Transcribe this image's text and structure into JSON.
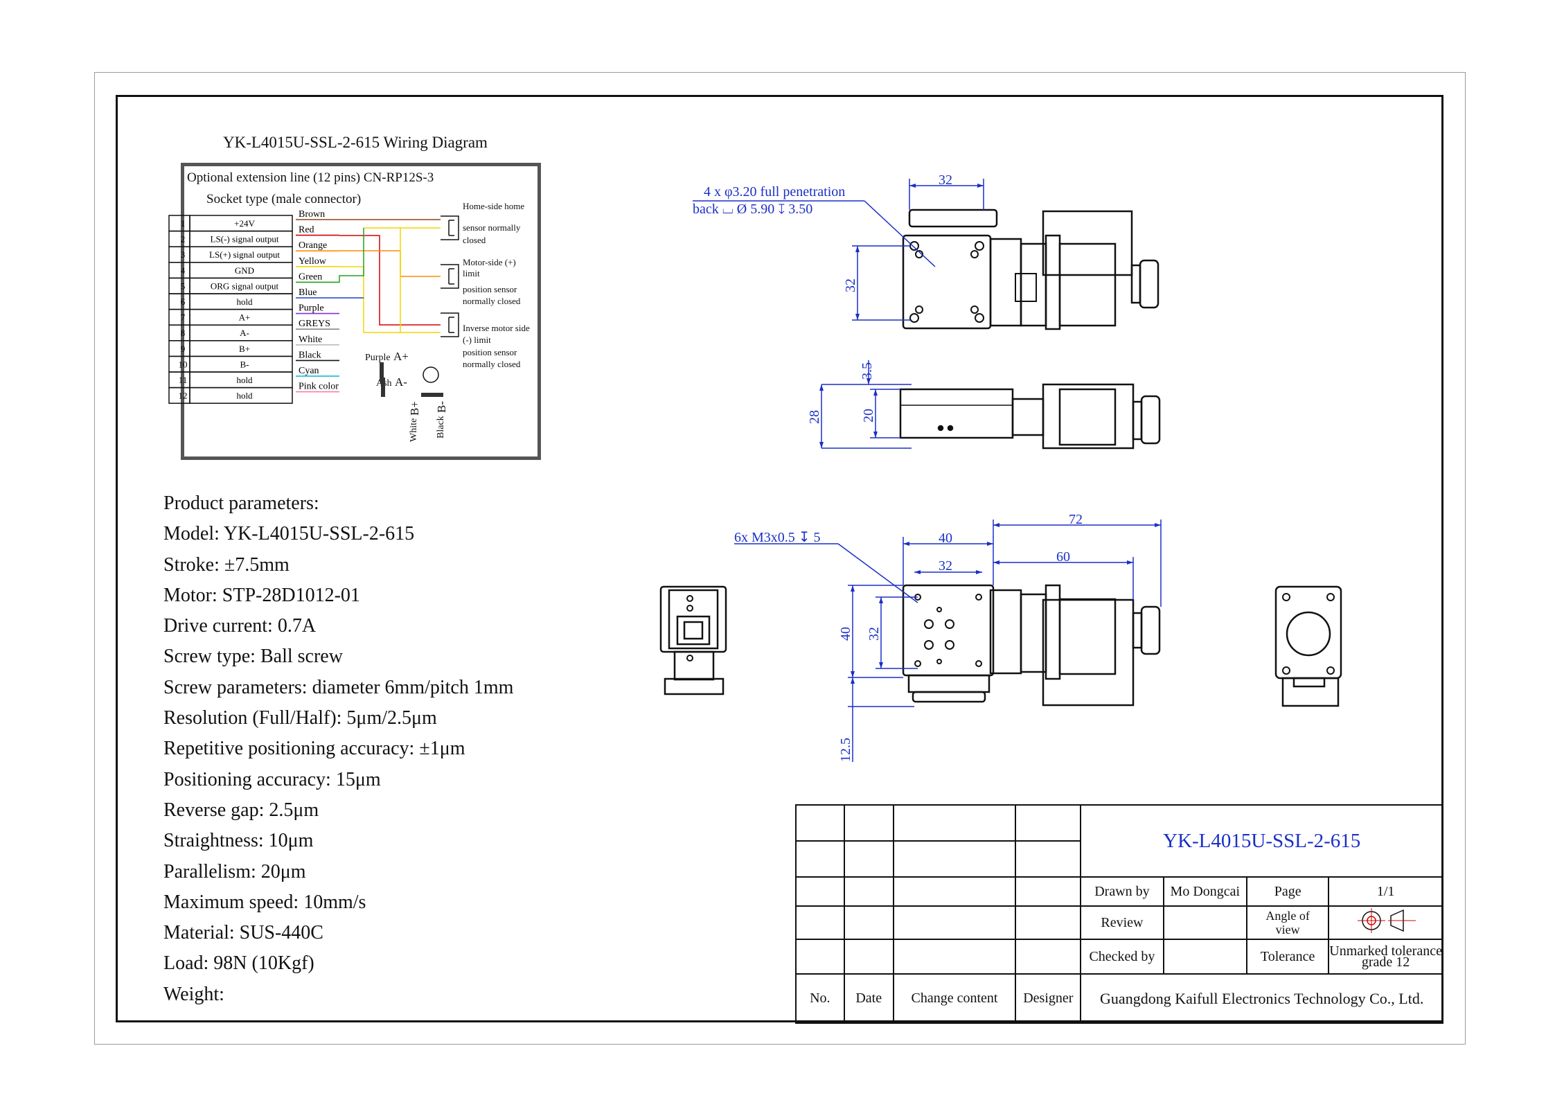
{
  "wiring": {
    "title": "YK-L4015U-SSL-2-615 Wiring Diagram",
    "box_title": "Optional extension line (12 pins) CN-RP12S-3",
    "socket_type": "Socket type (male connector)",
    "pins": [
      {
        "no": "1",
        "signal": "+24V",
        "wire": "Brown",
        "color": "#8b4513"
      },
      {
        "no": "2",
        "signal": "LS(-) signal output",
        "wire": "Red",
        "color": "#d40000"
      },
      {
        "no": "3",
        "signal": "LS(+) signal output",
        "wire": "Orange",
        "color": "#ff8c00"
      },
      {
        "no": "4",
        "signal": "GND",
        "wire": "Yellow",
        "color": "#f2d600"
      },
      {
        "no": "5",
        "signal": "ORG signal output",
        "wire": "Green",
        "color": "#20a020"
      },
      {
        "no": "6",
        "signal": "hold",
        "wire": "Blue",
        "color": "#1f3fd0"
      },
      {
        "no": "7",
        "signal": "A+",
        "wire": "Purple",
        "color": "#8a2be2"
      },
      {
        "no": "8",
        "signal": "A-",
        "wire": "GREYS",
        "color": "#888888"
      },
      {
        "no": "9",
        "signal": "B+",
        "wire": "White",
        "color": "#bbbbbb"
      },
      {
        "no": "10",
        "signal": "B-",
        "wire": "Black",
        "color": "#111111"
      },
      {
        "no": "11",
        "signal": "hold",
        "wire": "Cyan",
        "color": "#00b7d4"
      },
      {
        "no": "12",
        "signal": "hold",
        "wire": "Pink color",
        "color": "#ff77aa"
      }
    ],
    "sensors": [
      {
        "line1": "Home-side home",
        "line2": "sensor normally",
        "line3": "closed"
      },
      {
        "line1": "Motor-side (+)",
        "line2": "limit",
        "line3": "position sensor",
        "line4": "normally closed"
      },
      {
        "line1": "Inverse motor side",
        "line2": "(-) limit",
        "line3": "position sensor",
        "line4": "normally closed"
      }
    ],
    "motor_labels": {
      "purple": "Purple",
      "a_plus": "A+",
      "ash": "Ash",
      "a_minus": "A-",
      "white": "White",
      "b_plus": "B+",
      "black": "Black",
      "b_minus": "B-"
    }
  },
  "params": {
    "heading": "Product parameters:",
    "lines": [
      "Model: YK-L4015U-SSL-2-615",
      "Stroke: ±7.5mm",
      "Motor: STP-28D1012-01",
      "Drive current: 0.7A",
      "Screw type: Ball screw",
      "Screw parameters: diameter 6mm/pitch 1mm",
      "Resolution (Full/Half): 5μm/2.5μm",
      "Repetitive positioning accuracy: ±1μm",
      "Positioning accuracy: 15μm",
      "Reverse gap: 2.5μm",
      "Straightness: 10μm",
      "Parallelism: 20μm",
      "Maximum speed: 10mm/s",
      "Material: SUS-440C",
      "Load: 98N (10Kgf)",
      "Weight:"
    ]
  },
  "dims": {
    "hole_note_1": "4 x φ3.20 full penetration",
    "hole_note_2": "back ⌴ Ø 5.90 ↧ 3.50",
    "top_width": "32",
    "top_height": "32",
    "side_overall": "28",
    "side_body": "20",
    "side_top": "3.5",
    "thread_note": "6x M3x0.5 ↧ 5",
    "front_width": "40",
    "front_inner": "32",
    "front_height": "40",
    "front_inner_h": "32",
    "overall_len": "72",
    "motor_len": "60",
    "bottom_off": "12.5"
  },
  "title_block": {
    "drawing_number": "YK-L4015U-SSL-2-615",
    "drawn_by_label": "Drawn by",
    "drawn_by": "Mo Dongcai",
    "page_label": "Page",
    "page": "1/1",
    "review_label": "Review",
    "angle_label_1": "Angle of",
    "angle_label_2": "view",
    "checked_label": "Checked by",
    "tolerance_label": "Tolerance",
    "tolerance_1": "Unmarked tolerance",
    "tolerance_2": "grade 12",
    "col_no": "No.",
    "col_date": "Date",
    "col_change": "Change content",
    "col_designer": "Designer",
    "company": "Guangdong Kaifull Electronics Technology Co., Ltd."
  },
  "colors": {
    "dimension": "#1a2fc7",
    "frame": "#111111"
  }
}
